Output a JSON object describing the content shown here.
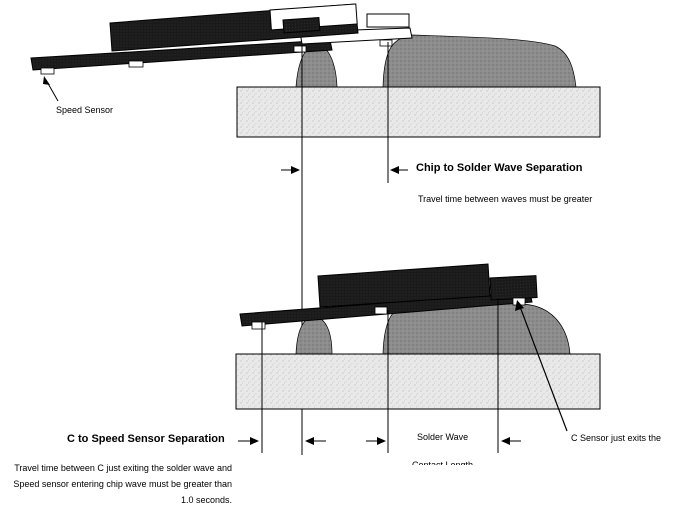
{
  "labels": {
    "speed_sensor": "Speed Sensor",
    "chip_solder_separation": "Chip to Solder Wave Separation",
    "travel_time_waves": "Travel time between waves must be greater",
    "c_speed_separation": "C to Speed Sensor Separation",
    "travel_time_c_speed": "Travel time between C just exiting the solder wave and Speed sensor entering chip wave must be greater than 1.0 seconds.",
    "solder_wave": "Solder Wave",
    "contact_length": "Contact Length",
    "c_sensor_exit": "C Sensor just exits the"
  },
  "colors": {
    "board_fill": "#1c1c1c",
    "wave_fill": "#8a8a8a",
    "base_fill": "#e6e6e6",
    "line": "#000000"
  }
}
